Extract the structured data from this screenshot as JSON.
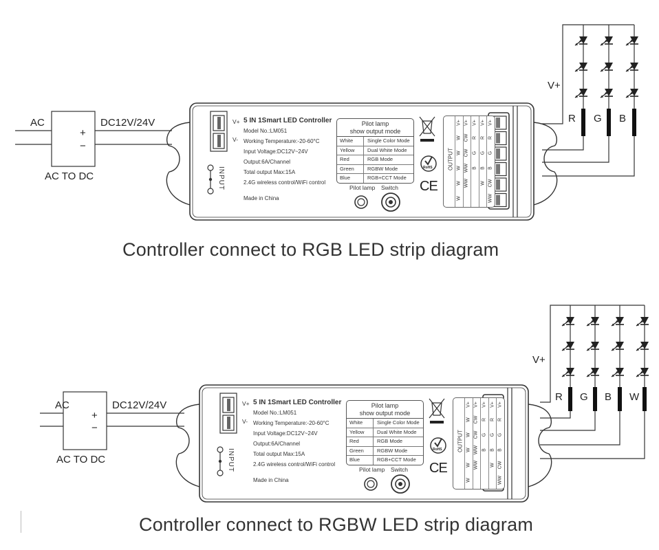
{
  "diagrams": [
    {
      "caption": "Controller connect to RGB LED strip diagram",
      "strip_channels": [
        "R",
        "G",
        "B"
      ],
      "vplus_label": "V+"
    },
    {
      "caption": "Controller connect to RGBW LED strip diagram",
      "strip_channels": [
        "R",
        "G",
        "B",
        "W"
      ],
      "vplus_label": "V+"
    }
  ],
  "power_supply": {
    "input_label": "AC",
    "output_label": "DC12V/24V",
    "box_label": "AC TO DC",
    "plus": "+",
    "minus": "−"
  },
  "controller": {
    "input_terminals": [
      "V+",
      "V-"
    ],
    "input_label": "INPUT",
    "title": "5 IN 1Smart LED Controller",
    "specs": [
      "Model No.:LM051",
      "Working Temperature:-20-60°C",
      "Input Voltage:DC12V~24V",
      "Output:6A/Channel",
      "Total output Max:15A",
      "2.4G wireless control/WiFi control"
    ],
    "made_in": "Made in China",
    "pilot_table": {
      "header_line1": "Pilot lamp",
      "header_line2": "show output mode",
      "rows": [
        {
          "color": "White",
          "mode": "Single Color Mode"
        },
        {
          "color": "Yellow",
          "mode": "Dual White Mode"
        },
        {
          "color": "Red",
          "mode": "RGB Mode"
        },
        {
          "color": "Green",
          "mode": "RGBW Mode"
        },
        {
          "color": "Blue",
          "mode": "RGB+CCT Mode"
        }
      ]
    },
    "pilot_lamp_label": "Pilot lamp",
    "switch_label": "Switch",
    "output_label": "OUTPUT",
    "output_columns": [
      [
        "V+",
        "W",
        "W",
        "W",
        "W",
        "W"
      ],
      [
        "V+",
        "CW",
        "CW",
        "WW",
        "WW",
        ""
      ],
      [
        "V+",
        "R",
        "G",
        "B",
        "",
        ""
      ],
      [
        "V+",
        "R",
        "G",
        "B",
        "W",
        ""
      ],
      [
        "V+",
        "R",
        "G",
        "B",
        "CW",
        "WW"
      ]
    ],
    "certifications": [
      "WEEE",
      "RoHS",
      "CE"
    ],
    "rohs_text": "RoHS",
    "ce_text": "CE"
  }
}
